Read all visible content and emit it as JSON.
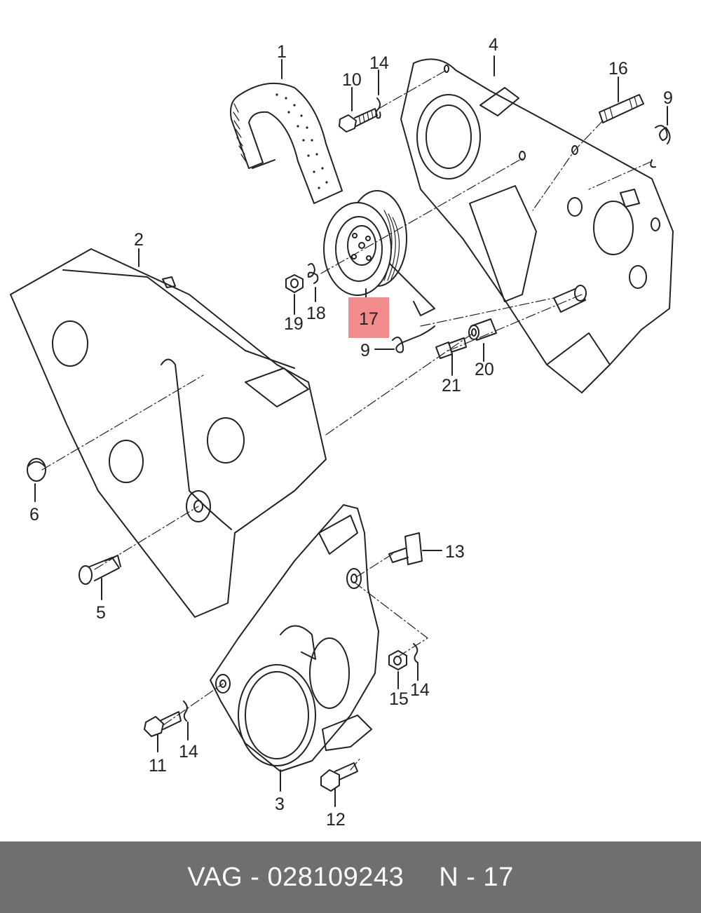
{
  "colors": {
    "line": "#222222",
    "background": "#ffffff",
    "highlight": "#f28b8b",
    "footer_bg": "#6f6f6f",
    "footer_text": "#ffffff"
  },
  "highlighted_part": "17",
  "parts": {
    "p1": "1",
    "p2": "2",
    "p3": "3",
    "p4": "4",
    "p5": "5",
    "p6": "6",
    "p9a": "9",
    "p9b": "9",
    "p10": "10",
    "p11": "11",
    "p12": "12",
    "p13": "13",
    "p14a": "14",
    "p14b": "14",
    "p14c": "14",
    "p15": "15",
    "p16": "16",
    "p17": "17",
    "p18": "18",
    "p19": "19",
    "p20": "20",
    "p21": "21"
  },
  "footer": {
    "brand": "VAG",
    "separator": "-",
    "part_number": "028109243",
    "position": "N - 17"
  }
}
